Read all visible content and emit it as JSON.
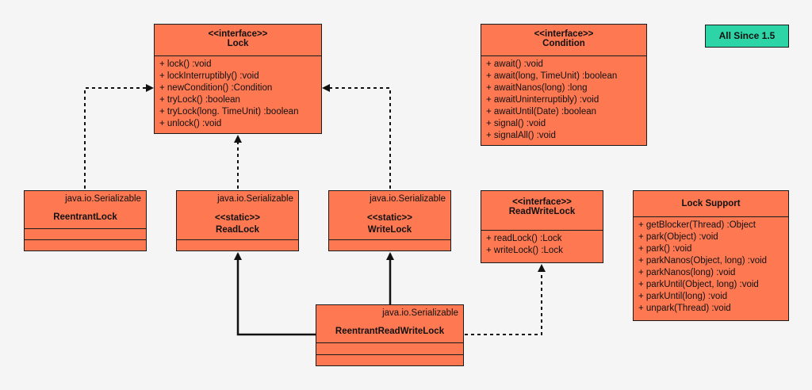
{
  "badge": "All Since 1.5",
  "lock": {
    "stereotype": "<<interface>>",
    "name": "Lock",
    "methods": [
      "+ lock() :void",
      "+ lockInterruptibly() :void",
      "+ newCondition() :Condition",
      "+ tryLock() :boolean",
      "+ tryLock(long. TimeUnit) :boolean",
      "+ unlock() :void"
    ]
  },
  "condition": {
    "stereotype": "<<interface>>",
    "name": "Condition",
    "methods": [
      "+ await() :void",
      "+ await(long, TimeUnit) :boolean",
      "+ awaitNanos(long) :long",
      "+ awaitUninterruptibly) :void",
      "+ awaitUntil(Date) :boolean",
      "+ signal() :void",
      "+ signalAll() :void"
    ]
  },
  "reentrant_lock": {
    "implements": "java.io.Serializable",
    "name": "ReentrantLock"
  },
  "read_lock": {
    "implements": "java.io.Serializable",
    "stereotype": "<<static>>",
    "name": "ReadLock"
  },
  "write_lock": {
    "implements": "java.io.Serializable",
    "stereotype": "<<static>>",
    "name": "WriteLock"
  },
  "read_write_lock": {
    "stereotype": "<<interface>>",
    "name": "ReadWriteLock",
    "methods": [
      "+ readLock() :Lock",
      "+ writeLock() :Lock"
    ]
  },
  "lock_support": {
    "name": "Lock Support",
    "methods": [
      "+ getBlocker(Thread) :Object",
      "+ park(Object) :void",
      "+ park() :void",
      "+ parkNanos(Object, long) :void",
      "+ parkNanos(long) :void",
      "+ parkUntil(Object, long) :void",
      "+ parkUntil(long) :void",
      "+ unpark(Thread) :void"
    ]
  },
  "reentrant_read_write_lock": {
    "implements": "java.io.Serializable",
    "name": "ReentrantReadWriteLock"
  },
  "colors": {
    "class_fill": "#fe7852",
    "badge_fill": "#2dd4a5",
    "line": "#111111"
  }
}
